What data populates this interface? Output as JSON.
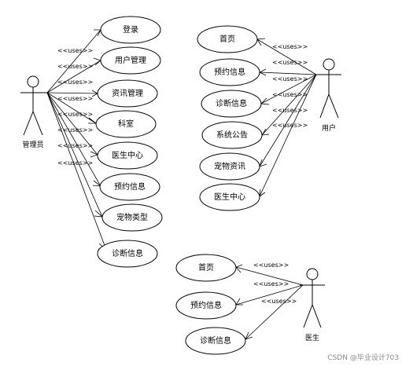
{
  "stereotype": "<<uses>>",
  "actors": {
    "admin": {
      "label": "管理员"
    },
    "user": {
      "label": "用户"
    },
    "doctor": {
      "label": "医生"
    }
  },
  "admin_use_cases": [
    "登录",
    "用户管理",
    "资讯管理",
    "科室",
    "医生中心",
    "预约信息",
    "宠物类型",
    "诊断信息"
  ],
  "user_use_cases": [
    "首页",
    "预约信息",
    "诊断信息",
    "系统公告",
    "宠物资讯",
    "医生中心"
  ],
  "doctor_use_cases": [
    "首页",
    "预约信息",
    "诊断信息"
  ],
  "watermark": "CSDN @毕业设计703"
}
